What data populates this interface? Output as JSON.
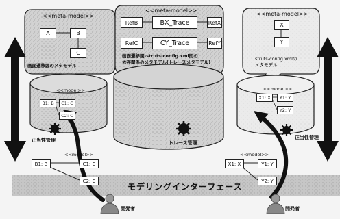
{
  "left": {
    "meta_model_label": "<<meta-model>>",
    "boxes": {
      "a": "A",
      "b": "B",
      "c": "C"
    },
    "caption": "画面遷移図のメタモデル",
    "model_label": "<<model>>",
    "model_boxes": {
      "b1": "B1: B",
      "c1": "C1: C",
      "c2": "C2: C"
    },
    "mgmt_label": "正当性管理"
  },
  "center": {
    "meta_model_label": "<<meta-model>>",
    "refs": {
      "refb": "RefB",
      "refx": "RefX",
      "refc": "RefC",
      "refy": "RefY"
    },
    "traces": {
      "bx": "BX_Trace",
      "cy": "CY_Trace"
    },
    "caption_line1": "画面遷移図-struts-config.xml間の",
    "caption_line2": "依存関係のメタモデル(トレースメタモデル)",
    "mgmt_label": "トレース管理"
  },
  "right": {
    "meta_model_label": "<<meta-model>>",
    "boxes": {
      "x": "X",
      "y": "Y"
    },
    "caption_line1": "struts-config.xmlの",
    "caption_line2": "メタモデル",
    "model_label": "<<model>>",
    "model_boxes": {
      "x1": "X1: X",
      "y1": "Y1: Y",
      "y2": "Y2: Y"
    },
    "mgmt_label": "正当性管理"
  },
  "bottom_left": {
    "model_label": "<<model>>",
    "boxes": {
      "b1": "B1: B",
      "c1": "C1: C",
      "c2": "C2: C"
    }
  },
  "bottom_right": {
    "model_label": "<<model>>",
    "boxes": {
      "x1": "X1: X",
      "y1": "Y1: Y",
      "y2": "Y2: Y"
    }
  },
  "interface_band": "モデリングインターフェース",
  "developers": {
    "left": "開発者",
    "right": "開発者"
  }
}
